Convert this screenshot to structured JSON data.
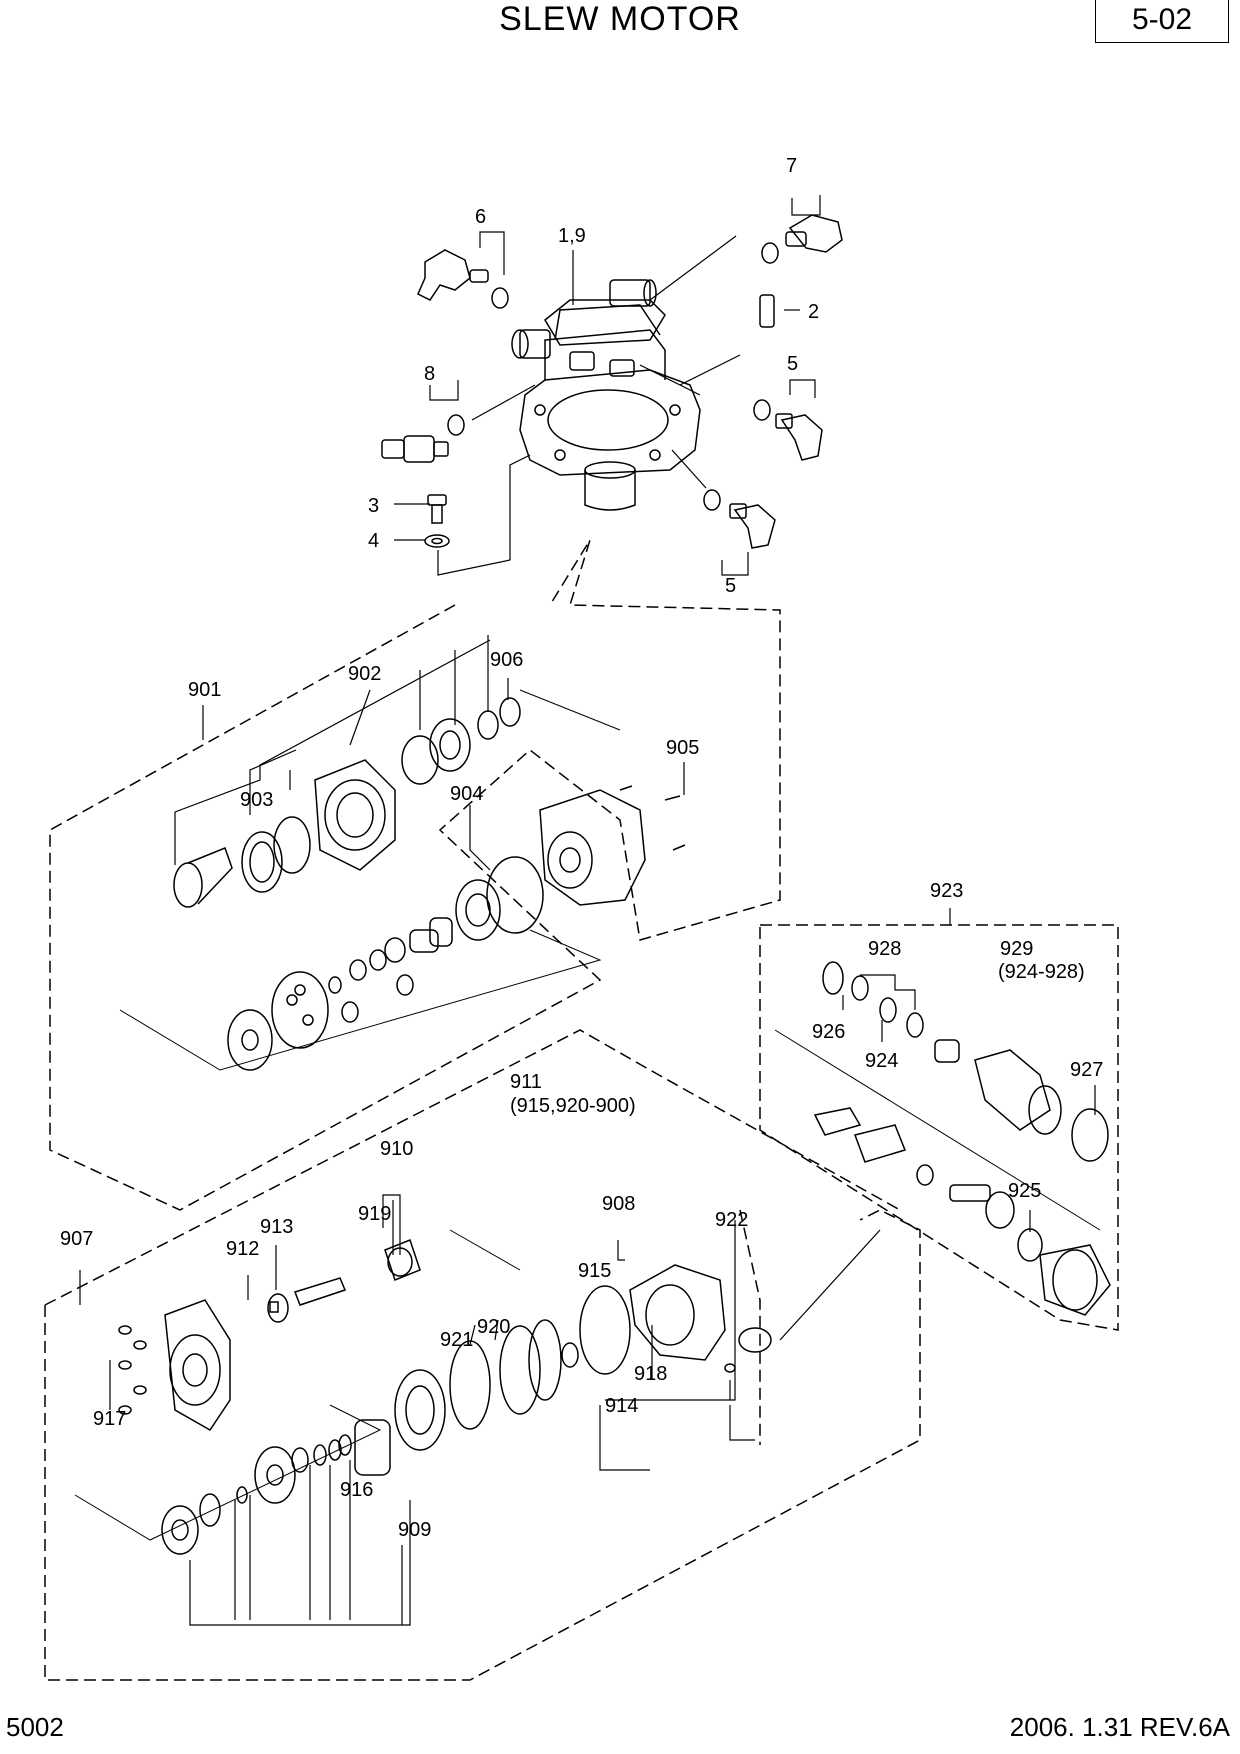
{
  "header": {
    "title": "SLEW MOTOR",
    "page_ref": "5-02"
  },
  "footer": {
    "code": "5002",
    "revision": "2006. 1.31  REV.6A"
  },
  "callouts": [
    {
      "id": "c7",
      "text": "7"
    },
    {
      "id": "c6",
      "text": "6"
    },
    {
      "id": "c19",
      "text": "1,9"
    },
    {
      "id": "c2",
      "text": "2"
    },
    {
      "id": "c5a",
      "text": "5"
    },
    {
      "id": "c8",
      "text": "8"
    },
    {
      "id": "c3",
      "text": "3"
    },
    {
      "id": "c4",
      "text": "4"
    },
    {
      "id": "c5b",
      "text": "5"
    },
    {
      "id": "c901",
      "text": "901"
    },
    {
      "id": "c902",
      "text": "902"
    },
    {
      "id": "c906",
      "text": "906"
    },
    {
      "id": "c905",
      "text": "905"
    },
    {
      "id": "c903",
      "text": "903"
    },
    {
      "id": "c904",
      "text": "904"
    },
    {
      "id": "c923",
      "text": "923"
    },
    {
      "id": "c928",
      "text": "928"
    },
    {
      "id": "c929",
      "text": "929"
    },
    {
      "id": "c929b",
      "text": "(924-928)"
    },
    {
      "id": "c926",
      "text": "926"
    },
    {
      "id": "c924",
      "text": "924"
    },
    {
      "id": "c927",
      "text": "927"
    },
    {
      "id": "c911",
      "text": "911"
    },
    {
      "id": "c911b",
      "text": "(915,920-900)"
    },
    {
      "id": "c925",
      "text": "925"
    },
    {
      "id": "c910",
      "text": "910"
    },
    {
      "id": "c919",
      "text": "919"
    },
    {
      "id": "c908",
      "text": "908"
    },
    {
      "id": "c907",
      "text": "907"
    },
    {
      "id": "c913",
      "text": "913"
    },
    {
      "id": "c912",
      "text": "912"
    },
    {
      "id": "c922",
      "text": "922"
    },
    {
      "id": "c915",
      "text": "915"
    },
    {
      "id": "c921",
      "text": "921"
    },
    {
      "id": "c920",
      "text": "920"
    },
    {
      "id": "c918",
      "text": "918"
    },
    {
      "id": "c917",
      "text": "917"
    },
    {
      "id": "c914",
      "text": "914"
    },
    {
      "id": "c916",
      "text": "916"
    },
    {
      "id": "c909",
      "text": "909"
    }
  ]
}
